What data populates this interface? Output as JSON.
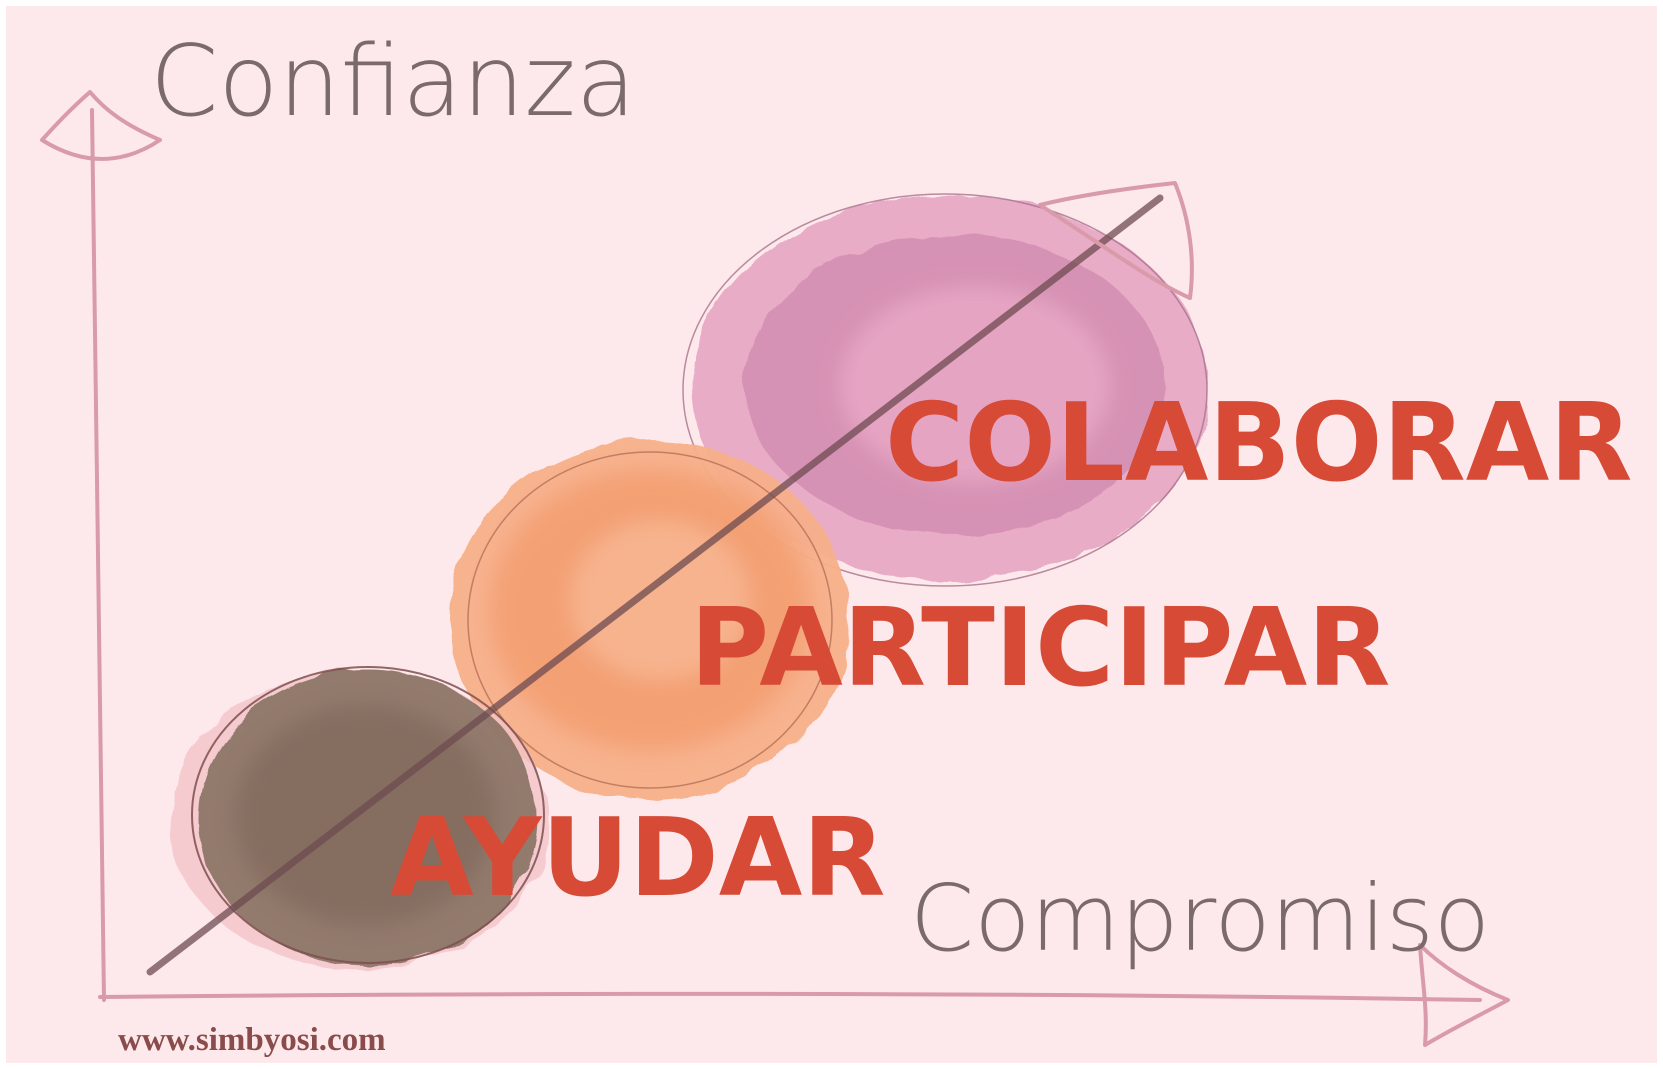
{
  "axes": {
    "y_label": "Confianza",
    "x_label": "Compromiso"
  },
  "stages": [
    {
      "label": "AYUDAR",
      "color": "#8d7668"
    },
    {
      "label": "PARTICIPAR",
      "color": "#f3a074"
    },
    {
      "label": "COLABORAR",
      "color": "#de95b7"
    }
  ],
  "colors": {
    "background": "#fde9ec",
    "axis": "#d99aa9",
    "label_ink": "#7a6a6a",
    "stage_text": "#d64a36",
    "trend_arrow": "#6e4b50",
    "footer": "#8a4b4b"
  },
  "footer": {
    "url": "www.simbyosi.com"
  }
}
